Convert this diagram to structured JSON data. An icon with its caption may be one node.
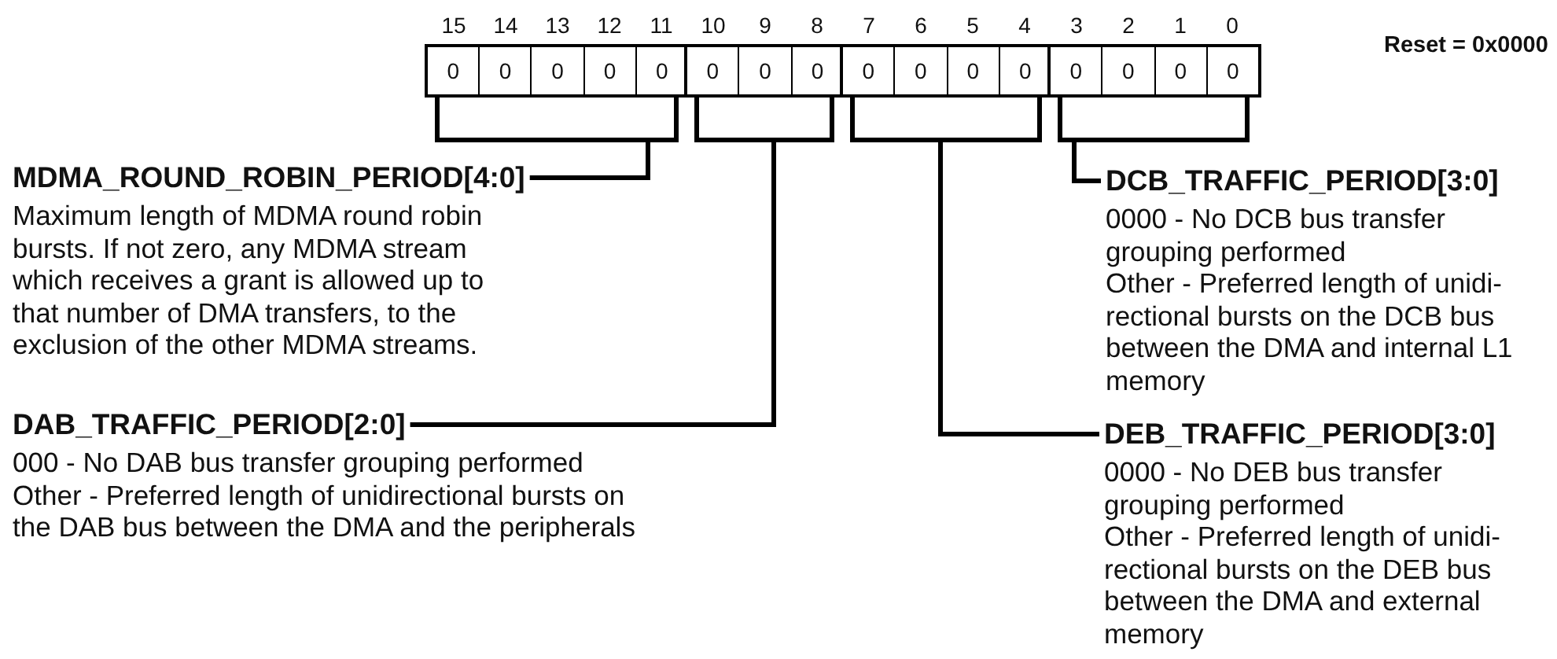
{
  "diagram": {
    "nodes": [
      {
        "text": [
          "0",
          "0",
          "0",
          "0",
          "0"
        ]
      },
      {
        "text": [
          "0",
          "0",
          "0"
        ]
      },
      {
        "text": [
          "0",
          "0",
          "0",
          "0"
        ]
      },
      {
        "text": [
          "0",
          "0",
          "0",
          "0"
        ]
      },
      {
        "text": [
          "MDMA_ROUND_ROBIN_PERIOD[4:0]",
          "Maximum length of MDMA round robin bursts. If not zero, any MDMA stream which receives a grant is allowed up to that number of DMA transfers, to the exclusion of the other MDMA streams."
        ]
      },
      {
        "text": [
          "DAB_TRAFFIC_PERIOD[2:0]",
          "000 - No DAB bus transfer grouping performed",
          "Other - Preferred length of unidirectional bursts on the DAB bus between the DMA and the peripherals"
        ]
      },
      {
        "text": [
          "DCB_TRAFFIC_PERIOD[3:0]",
          "0000 - No DCB bus transfer grouping performed",
          "Other - Preferred length of unidi-rectional bursts on the DCB bus between the DMA and internal L1 memory"
        ]
      },
      {
        "text": [
          "DEB_TRAFFIC_PERIOD[3:0]",
          "0000 - No DEB bus transfer grouping performed",
          "Other - Preferred length of unidi-rectional bursts on the DEB bus between the DMA and external memory"
        ]
      }
    ],
    "edges": [
      {
        "from": 4,
        "to": 0,
        "arrow": "none"
      },
      {
        "from": 5,
        "to": 1,
        "arrow": "none"
      },
      {
        "from": 6,
        "to": 3,
        "arrow": "none"
      },
      {
        "from": 7,
        "to": 2,
        "arrow": "none"
      }
    ],
    "labels": [
      "15",
      "14",
      "13",
      "12",
      "11",
      "10",
      "9",
      "8",
      "7",
      "6",
      "5",
      "4",
      "3",
      "2",
      "1",
      "0",
      "Reset = 0x0000"
    ]
  }
}
